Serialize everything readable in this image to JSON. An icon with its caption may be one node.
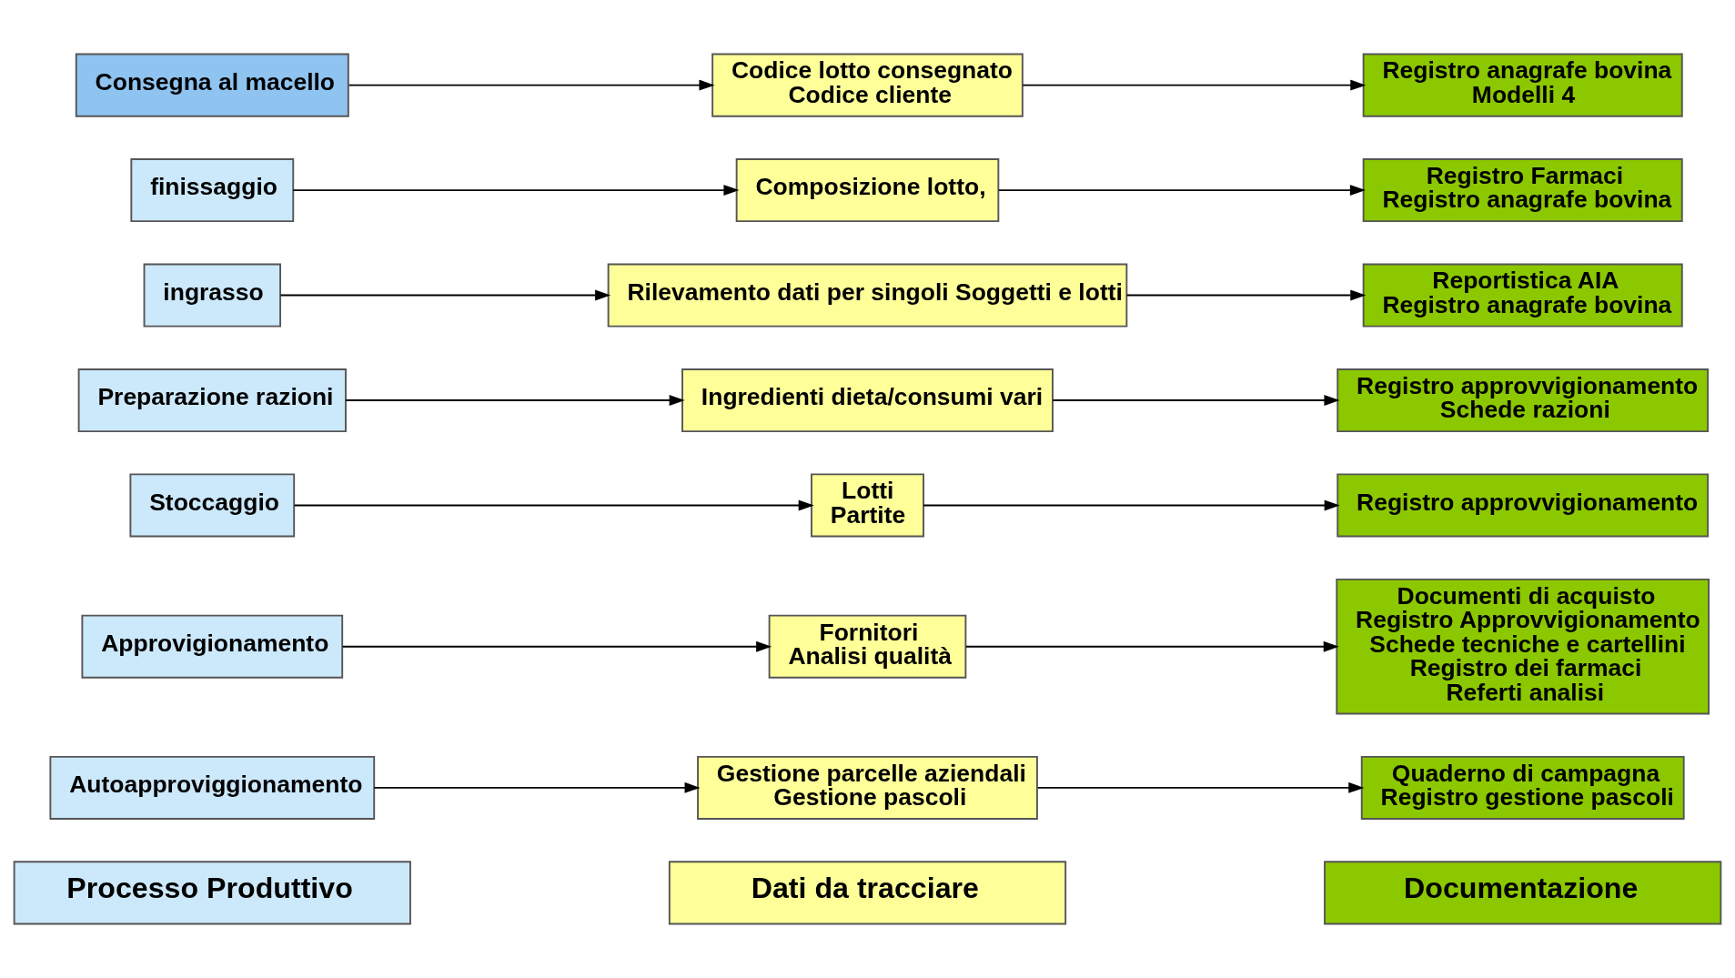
{
  "diagram": {
    "nodes": [
      {
        "text": [
          "Processo Produttivo"
        ]
      },
      {
        "text": [
          "Dati da tracciare"
        ]
      },
      {
        "text": [
          "Documentazione"
        ]
      },
      {
        "text": [
          "Autoapproviggionamento"
        ]
      },
      {
        "text": [
          "Gestione parcelle aziendali",
          "Gestione pascoli"
        ]
      },
      {
        "text": [
          "Quaderno di campagna",
          "Registro gestione pascoli"
        ]
      },
      {
        "text": [
          "Approvigionamento"
        ]
      },
      {
        "text": [
          "Fornitori",
          "Analisi qualità"
        ]
      },
      {
        "text": [
          "Documenti di acquisto",
          "Registro Approvvigionamento",
          "Schede tecniche e cartellini",
          "Registro dei farmaci",
          "Referti analisi"
        ]
      },
      {
        "text": [
          "Stoccaggio"
        ]
      },
      {
        "text": [
          "Lotti",
          "Partite"
        ]
      },
      {
        "text": [
          "Registro approvvigionamento"
        ]
      },
      {
        "text": [
          "Preparazione razioni"
        ]
      },
      {
        "text": [
          "Ingredienti dieta/consumi vari"
        ]
      },
      {
        "text": [
          "Registro approvvigionamento",
          "Schede razioni"
        ]
      },
      {
        "text": [
          "ingrasso"
        ]
      },
      {
        "text": [
          "Rilevamento dati per singoli Soggetti e lotti"
        ]
      },
      {
        "text": [
          "Reportistica AIA",
          "Registro anagrafe bovina"
        ]
      },
      {
        "text": [
          "finissaggio"
        ]
      },
      {
        "text": [
          "Composizione lotto,"
        ]
      },
      {
        "text": [
          "Registro Farmaci",
          "Registro anagrafe bovina"
        ]
      },
      {
        "text": [
          "Consegna al macello"
        ]
      },
      {
        "text": [
          "Codice lotto consegnato",
          "Codice cliente"
        ]
      },
      {
        "text": [
          "Registro anagrafe bovina",
          "Modelli 4"
        ]
      }
    ],
    "edges": [
      {
        "from": 3,
        "to": 4,
        "arrow": "to"
      },
      {
        "from": 4,
        "to": 5,
        "arrow": "to"
      },
      {
        "from": 6,
        "to": 7,
        "arrow": "to"
      },
      {
        "from": 7,
        "to": 8,
        "arrow": "to"
      },
      {
        "from": 9,
        "to": 10,
        "arrow": "to"
      },
      {
        "from": 10,
        "to": 11,
        "arrow": "to"
      },
      {
        "from": 12,
        "to": 13,
        "arrow": "to"
      },
      {
        "from": 13,
        "to": 14,
        "arrow": "to"
      },
      {
        "from": 15,
        "to": 16,
        "arrow": "to"
      },
      {
        "from": 16,
        "to": 17,
        "arrow": "to"
      },
      {
        "from": 18,
        "to": 19,
        "arrow": "to"
      },
      {
        "from": 19,
        "to": 20,
        "arrow": "to"
      },
      {
        "from": 21,
        "to": 22,
        "arrow": "to"
      },
      {
        "from": 22,
        "to": 23,
        "arrow": "to"
      }
    ]
  }
}
